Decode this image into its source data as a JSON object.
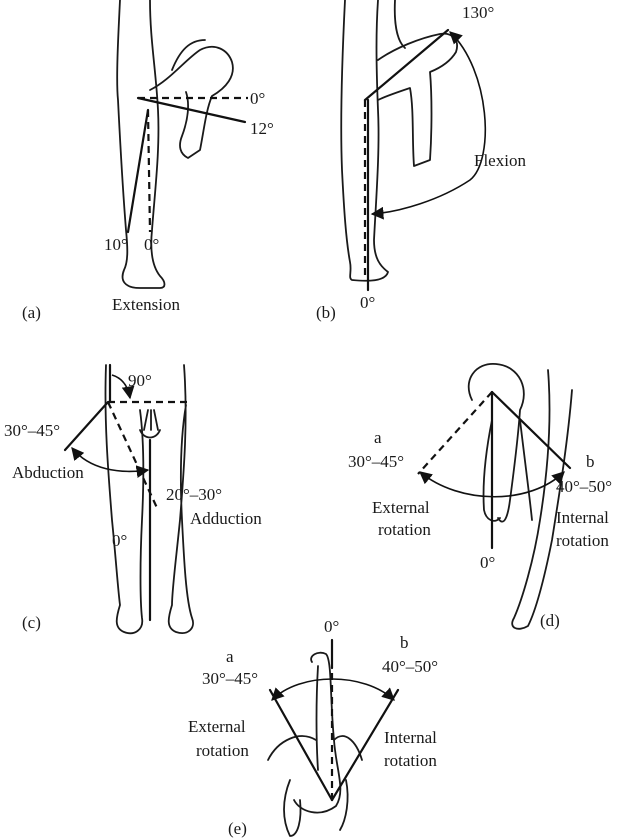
{
  "panels": {
    "a": {
      "letter": "(a)",
      "movement": "Extension",
      "angle_top_1": "0°",
      "angle_top_2": "12°",
      "angle_bottom_1": "10°",
      "angle_bottom_2": "0°"
    },
    "b": {
      "letter": "(b)",
      "movement": "Flexion",
      "angle_max": "130°",
      "angle_start": "0°"
    },
    "c": {
      "letter": "(c)",
      "angle_right": "90°",
      "abduction_range": "30°–45°",
      "abduction_label": "Abduction",
      "adduction_range": "20°–30°",
      "adduction_label": "Adduction",
      "angle_start": "0°"
    },
    "d": {
      "letter": "(d)",
      "marker_a": "a",
      "external_range": "30°–45°",
      "marker_b": "b",
      "internal_range": "40°–50°",
      "external_label_1": "External",
      "external_label_2": "rotation",
      "internal_label_1": "Internal",
      "internal_label_2": "rotation",
      "angle_start": "0°"
    },
    "e": {
      "letter": "(e)",
      "angle_start": "0°",
      "marker_a": "a",
      "external_range": "30°–45°",
      "marker_b": "b",
      "internal_range": "40°–50°",
      "external_label_1": "External",
      "external_label_2": "rotation",
      "internal_label_1": "Internal",
      "internal_label_2": "rotation"
    }
  }
}
